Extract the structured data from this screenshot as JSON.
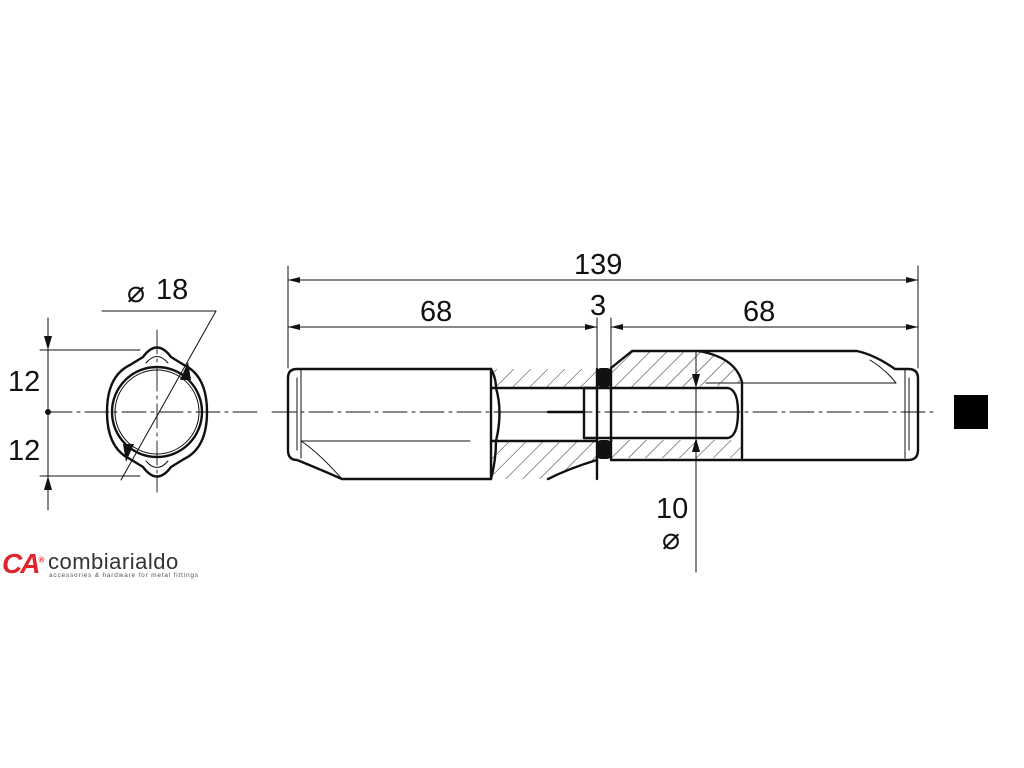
{
  "drawing": {
    "end_view": {
      "diameter_label": "18",
      "upper_half_label": "12",
      "lower_half_label": "12"
    },
    "side_view": {
      "overall_length_label": "139",
      "left_length_label": "68",
      "gap_label": "3",
      "right_length_label": "68",
      "pin_diameter_label": "10"
    }
  },
  "logo": {
    "mark": "CA",
    "name": "combiarialdo",
    "tagline": "accessories & hardware for metal fittings",
    "brand_color": "#e0242a"
  },
  "type_marker": {
    "shape": "filled-square",
    "color": "#000000"
  }
}
